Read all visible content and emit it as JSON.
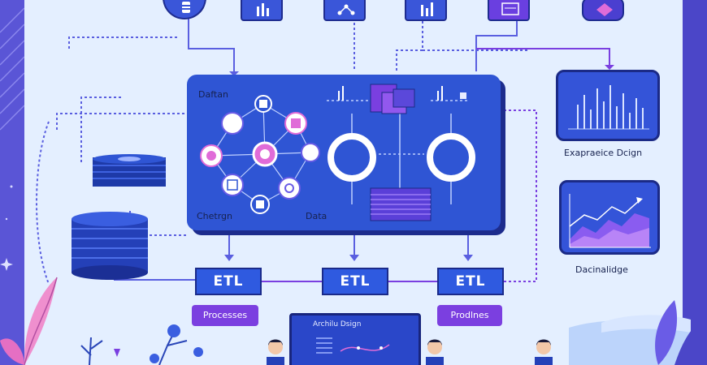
{
  "central": {
    "label_top": "Daftan",
    "label_bottom_left": "Chetrgn",
    "label_bottom_mid": "Data"
  },
  "etl": [
    "ETL",
    "ETL",
    "ETL"
  ],
  "chips": [
    "Processes",
    "Prodlnes"
  ],
  "cards": {
    "top_label": "Exapraeice Dcign",
    "bottom_label": "Dacinalidge"
  },
  "laptop": {
    "title": "Archilu Dsign"
  },
  "colors": {
    "background": "#c9ddfb",
    "panel": "#e4efff",
    "accent_blue": "#2f55d4",
    "accent_purple": "#7b3fe0",
    "wire": "#6a5ce6",
    "dark_outline": "#1b2a86"
  },
  "icons": [
    "database-icon",
    "disk-stack-icon",
    "bar-chart-icon",
    "network-icon",
    "line-chart-icon",
    "area-chart-icon",
    "leaf-icon",
    "person-icon",
    "gem-icon"
  ]
}
